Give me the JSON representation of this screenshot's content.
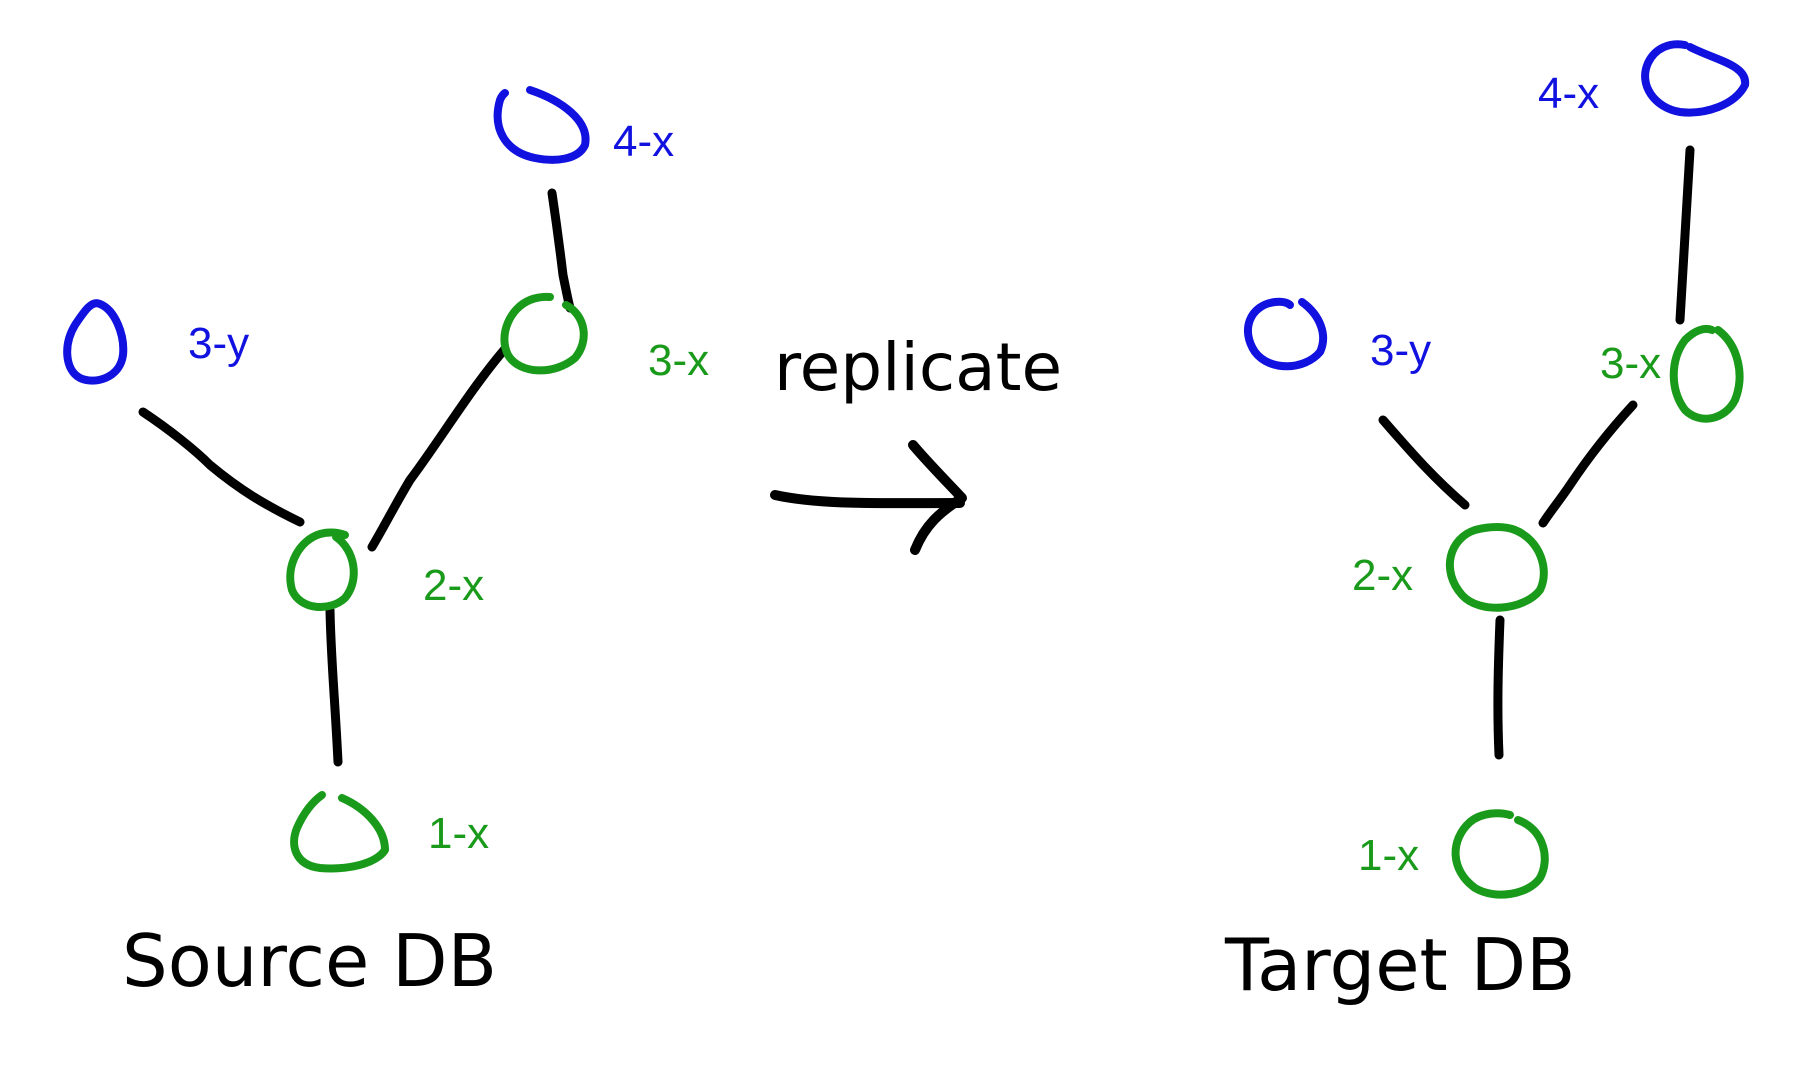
{
  "colors": {
    "green": "#1a9a1a",
    "blue": "#1212e0",
    "edge": "#000000"
  },
  "source": {
    "title": "Source DB",
    "nodes": [
      {
        "label": "4-x",
        "color": "blue"
      },
      {
        "label": "3-y",
        "color": "blue"
      },
      {
        "label": "3-x",
        "color": "green"
      },
      {
        "label": "2-x",
        "color": "green"
      },
      {
        "label": "1-x",
        "color": "green"
      }
    ]
  },
  "target": {
    "title": "Target DB",
    "nodes": [
      {
        "label": "4-x",
        "color": "blue"
      },
      {
        "label": "3-y",
        "color": "blue"
      },
      {
        "label": "3-x",
        "color": "green"
      },
      {
        "label": "2-x",
        "color": "green"
      },
      {
        "label": "1-x",
        "color": "green"
      }
    ]
  },
  "arrow": {
    "label": "replicate"
  }
}
